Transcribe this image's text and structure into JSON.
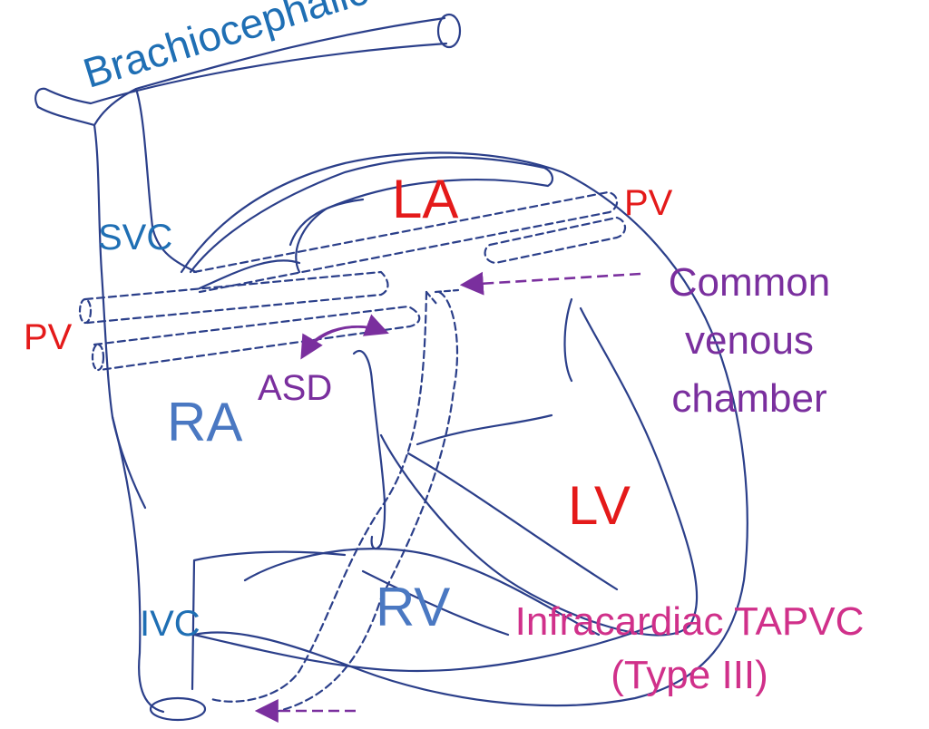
{
  "labels": {
    "brachiocephalic": "Brachiocephalic",
    "svc": "SVC",
    "la": "LA",
    "pv_right": "PV",
    "pv_left": "PV",
    "common_line1": "Common",
    "common_line2": "venous",
    "common_line3": "chamber",
    "asd": "ASD",
    "ra": "RA",
    "lv": "LV",
    "ivc": "IVC",
    "rv": "RV",
    "tapvc_line1": "Infracardiac TAPVC",
    "tapvc_line2": "(Type III)"
  },
  "colors": {
    "outline": "#2b3f8a",
    "arrow": "#7a2f9e",
    "blue_text": "#1f6fb4",
    "red_text": "#e41a1a",
    "purple_text": "#7a2f9e",
    "magenta_text": "#d0308a"
  }
}
